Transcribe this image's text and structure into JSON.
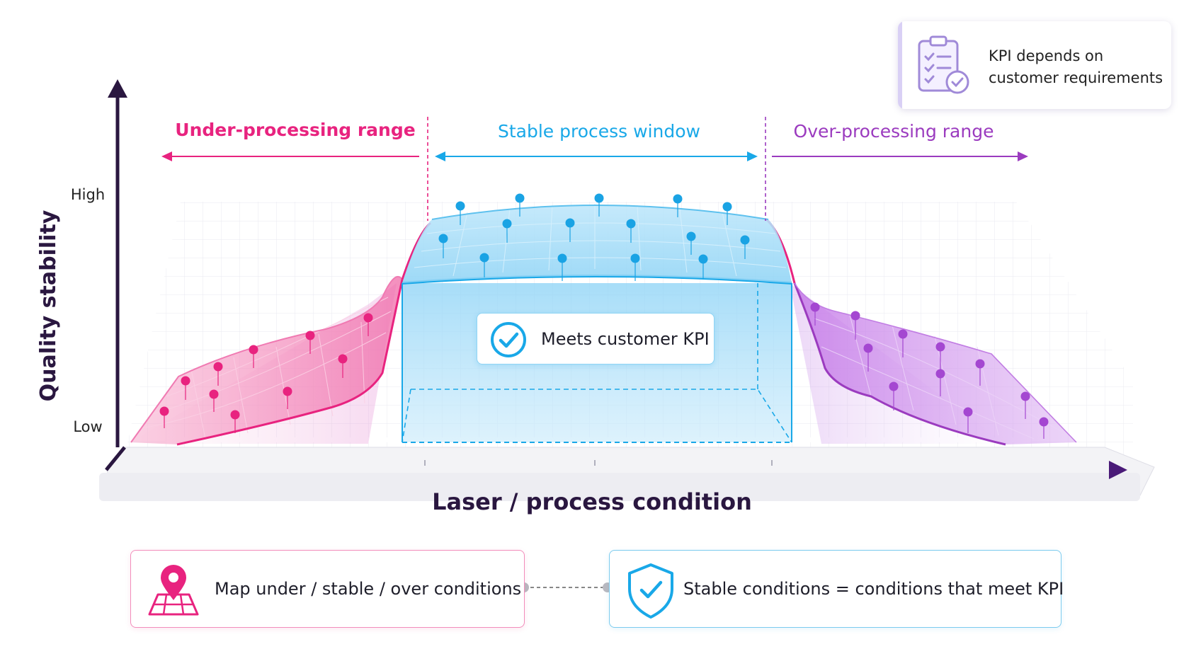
{
  "diagram": {
    "y_axis": {
      "title": "Quality stability",
      "high_label": "High",
      "low_label": "Low"
    },
    "x_axis": {
      "title": "Laser / process condition"
    },
    "ranges": {
      "under": {
        "label": "Under-processing range",
        "color": "#e8237f"
      },
      "stable": {
        "label": "Stable process window",
        "color": "#19a8e8"
      },
      "over": {
        "label": "Over-processing range",
        "color": "#9b3bbf"
      }
    },
    "kpi_note": {
      "line1": "KPI depends on",
      "line2": "customer requirements"
    },
    "window_badge": {
      "label": "Meets customer KPI",
      "icon": "check-circle-icon"
    },
    "steps": [
      {
        "label": "Map under / stable / over conditions",
        "icon": "map-pin-icon",
        "color": "#e8237f"
      },
      {
        "label": "Stable conditions = conditions that meet KPI",
        "icon": "shield-check-icon",
        "color": "#19a8e8"
      }
    ]
  }
}
